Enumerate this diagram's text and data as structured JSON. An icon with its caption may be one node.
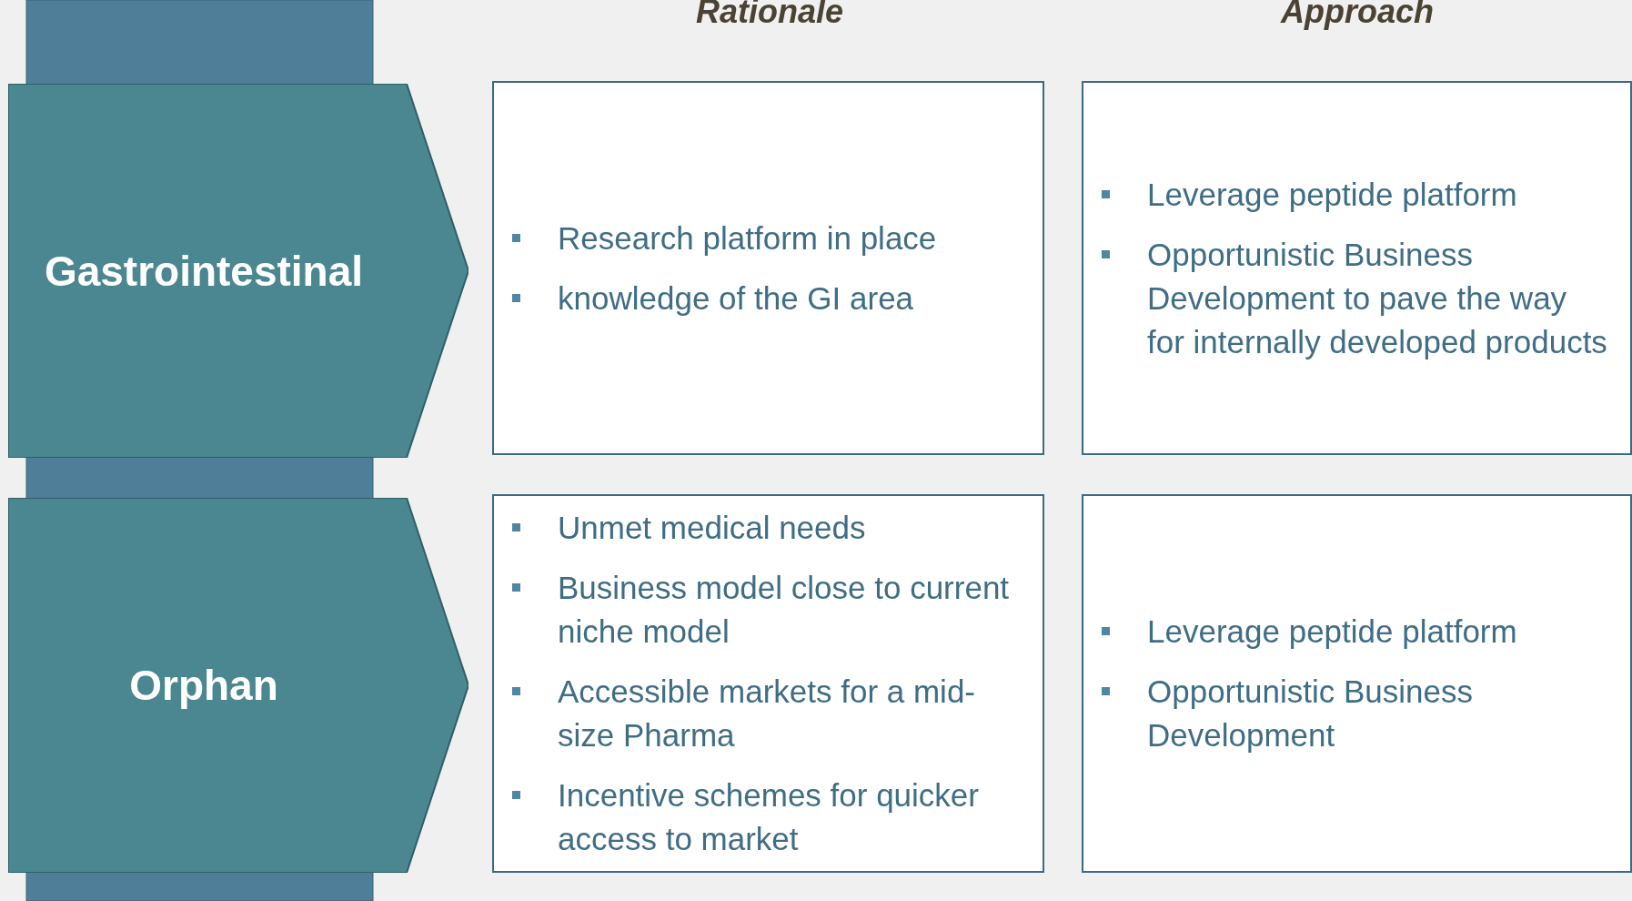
{
  "diagram": {
    "nodes": [
      {
        "text": [
          "Gastrointestinal"
        ]
      },
      {
        "text": [
          "Orphan"
        ]
      },
      {
        "text": [
          "Research platform in place",
          "knowledge of the GI area"
        ]
      },
      {
        "text": [
          "Leverage peptide platform",
          "Opportunistic Business Development to pave the way for internally developed products"
        ]
      },
      {
        "text": [
          "Unmet medical needs",
          "Business model close to current niche model",
          "Accessible markets for a mid-size Pharma",
          "Incentive schemes for quicker access to market"
        ]
      },
      {
        "text": [
          "Leverage peptide platform",
          "Opportunistic Business Development"
        ]
      }
    ],
    "labels": [
      "Rationale",
      "Approach"
    ]
  }
}
